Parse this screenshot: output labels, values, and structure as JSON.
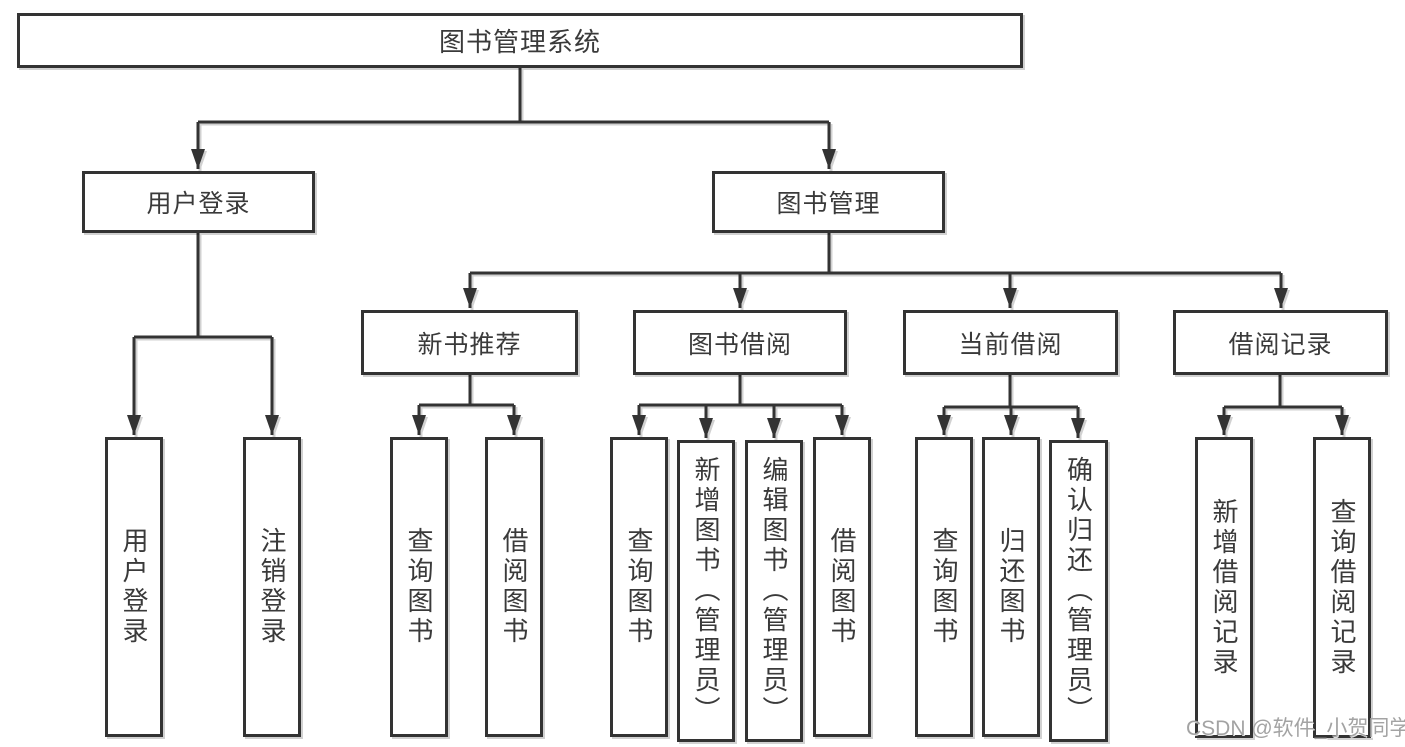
{
  "diagram": {
    "root": {
      "label": "图书管理系统"
    },
    "level2": [
      {
        "id": "user-login",
        "label": "用户登录"
      },
      {
        "id": "book-management",
        "label": "图书管理"
      }
    ],
    "level3": [
      {
        "id": "new-book-recommend",
        "label": "新书推荐"
      },
      {
        "id": "book-borrow",
        "label": "图书借阅"
      },
      {
        "id": "current-borrow",
        "label": "当前借阅"
      },
      {
        "id": "borrow-records",
        "label": "借阅记录"
      }
    ],
    "leaves": [
      {
        "parent": "user-login",
        "label": "用户登录"
      },
      {
        "parent": "user-login",
        "label": "注销登录"
      },
      {
        "parent": "new-book-recommend",
        "label": "查询图书"
      },
      {
        "parent": "new-book-recommend",
        "label": "借阅图书"
      },
      {
        "parent": "book-borrow",
        "label": "查询图书"
      },
      {
        "parent": "book-borrow",
        "label": "新增图书（管理员）"
      },
      {
        "parent": "book-borrow",
        "label": "编辑图书（管理员）"
      },
      {
        "parent": "book-borrow",
        "label": "借阅图书"
      },
      {
        "parent": "current-borrow",
        "label": "查询图书"
      },
      {
        "parent": "current-borrow",
        "label": "归还图书"
      },
      {
        "parent": "current-borrow",
        "label": "确认归还（管理员）"
      },
      {
        "parent": "borrow-records",
        "label": "新增借阅记录"
      },
      {
        "parent": "borrow-records",
        "label": "查询借阅记录"
      }
    ]
  },
  "watermark": {
    "text": "CSDN @软件_小贺同学"
  },
  "colors": {
    "line": "#333333",
    "border": "#333333",
    "background": "#ffffff",
    "text": "#3a3a3a",
    "watermark": "#a3a3a3"
  }
}
